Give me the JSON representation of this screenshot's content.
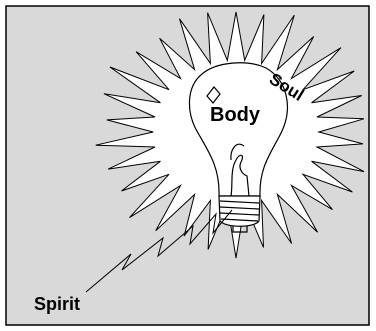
{
  "labels": {
    "body": "Body",
    "soul": "Soul",
    "spirit": "Spirit"
  },
  "colors": {
    "panel_background": "#d9d9d9",
    "frame": "#000000",
    "burst_fill": "#ffffff",
    "stroke": "#000000"
  },
  "icons": [
    "light-bulb-icon",
    "starburst-icon",
    "lightning-zigzag-icon"
  ]
}
